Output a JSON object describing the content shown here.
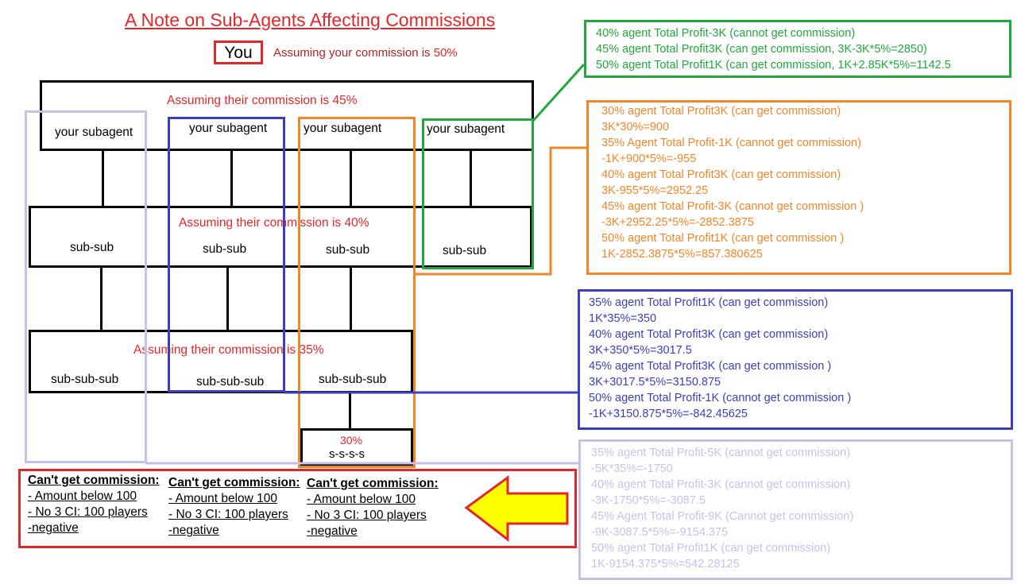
{
  "title": "A Note on Sub-Agents Affecting Commissions",
  "you": {
    "label": "You",
    "note_prefix": "Assuming your commission is",
    "note_pct": "50%"
  },
  "levels": {
    "subagent_label": "your subagent",
    "subagent_assumption": "Assuming their commission is 45%",
    "subsub_label": "sub-sub",
    "subsub_assumption": "Assuming their commission is 40%",
    "subsubsub_label": "sub-sub-sub",
    "subsubsub_assumption": "Assuming their commission is 35%",
    "ssss_pct": "30%",
    "ssss_label": "s-s-s-s"
  },
  "panels": {
    "green": {
      "color": "#22a73c",
      "lines": [
        "40% agent Total Profit-3K (cannot get commission)",
        "45% agent Total Profit3K (can get commission, 3K-3K*5%=2850)",
        "50% agent Total Profit1K (can get commission, 1K+2.85K*5%=1142.5"
      ]
    },
    "orange": {
      "color": "#f0862a",
      "lines": [
        "30% agent Total Profit3K (can get commission)",
        "3K*30%=900",
        "35% Agent Total Profit-1K (cannot get commission)",
        "-1K+900*5%=-955",
        "40% agent Total Profit3K (can get commission)",
        "3K-955*5%=2952.25",
        "45% agent Total Profit-3K (cannot get commission )",
        "-3K+2952.25*5%=-2852.3875",
        "50% agent Total Profit1K (can get commission )",
        "1K-2852.3875*5%=857.380625"
      ]
    },
    "blue": {
      "color": "#3b3fbd",
      "lines": [
        "35% agent Total Profit1K (can get commission)",
        "1K*35%=350",
        "40% agent Total Profit3K (can get commission)",
        "3K+350*5%=3017.5",
        "45% agent Total Profit3K (can get commission )",
        "3K+3017.5*5%=3150.875",
        "50% agent Total Profit-1K (cannot get commission )",
        "-1K+3150.875*5%=-842.45625"
      ]
    },
    "lavender": {
      "color": "#c6c2e4",
      "lines": [
        "35% agent Total Profit-5K (cannot get commission)",
        "-5K*35%=-1750",
        "40% agent Total Profit-3K (cannot get commission)",
        "-3K-1750*5%=-3087.5",
        "45% Agent Total Profit-9K (Cannot get commission)",
        "-9K-3087.5*5%=-9154.375",
        "50% agent Total Profit1K (can get commission)",
        "1K-9154.375*5%=542.28125"
      ]
    }
  },
  "rules": {
    "heading": "Can't get commission:",
    "items": [
      "- Amount below 100",
      "- No 3 CI: 100 players",
      "-negative"
    ]
  },
  "colors": {
    "red": "#e3262a",
    "yellow": "#ffff00"
  }
}
